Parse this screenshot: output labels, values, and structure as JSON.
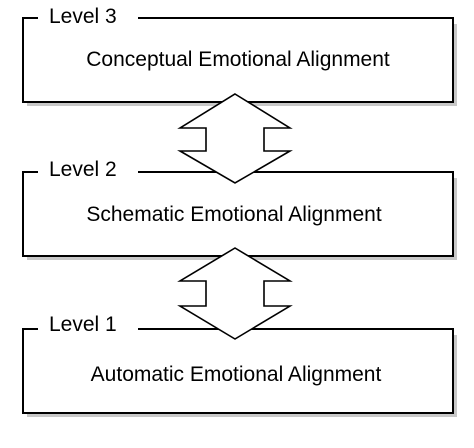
{
  "levels": [
    {
      "label": "Level 3",
      "title": "Conceptual Emotional Alignment"
    },
    {
      "label": "Level 2",
      "title": "Schematic Emotional Alignment"
    },
    {
      "label": "Level 1",
      "title": "Automatic Emotional Alignment"
    }
  ],
  "arrows": [
    {
      "connects": [
        "Level 3",
        "Level 2"
      ],
      "direction": "bidirectional"
    },
    {
      "connects": [
        "Level 2",
        "Level 1"
      ],
      "direction": "bidirectional"
    }
  ]
}
